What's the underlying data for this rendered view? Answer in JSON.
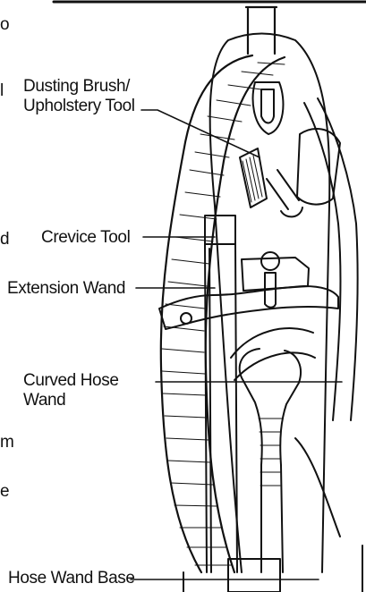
{
  "callouts": {
    "dusting_brush": {
      "line1": "Dusting Brush/",
      "line2": "Upholstery Tool"
    },
    "crevice_tool": "Crevice Tool",
    "extension_wand": "Extension Wand",
    "curved_hose_wand": {
      "line1": "Curved Hose",
      "line2": "Wand"
    },
    "hose_wand_base": "Hose Wand Base"
  },
  "cropped_fragments": {
    "top": "o",
    "upper": "l",
    "middle": "d",
    "lower1": "m",
    "lower2": "e"
  }
}
